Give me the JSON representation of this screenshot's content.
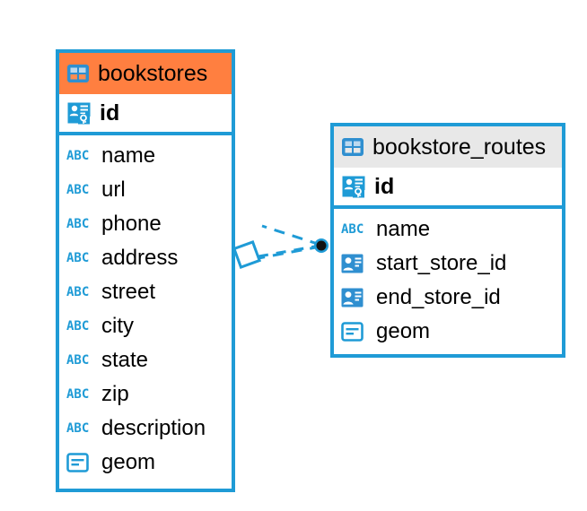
{
  "diagram": {
    "type": "entity-relationship-diagram",
    "background_color": "#ffffff",
    "accent_color": "#1f9bd6",
    "header_highlight_color": "#ff7f40",
    "header_default_color": "#e8e8e8"
  },
  "tables": [
    {
      "name": "bookstores",
      "header_style": "orange",
      "table_icon": "table-icon",
      "primary_key": {
        "label": "id",
        "icon": "primary-key-icon"
      },
      "fields": [
        {
          "label": "name",
          "icon": "abc-icon",
          "type_glyph": "ABC"
        },
        {
          "label": "url",
          "icon": "abc-icon",
          "type_glyph": "ABC"
        },
        {
          "label": "phone",
          "icon": "abc-icon",
          "type_glyph": "ABC"
        },
        {
          "label": "address",
          "icon": "abc-icon",
          "type_glyph": "ABC"
        },
        {
          "label": "street",
          "icon": "abc-icon",
          "type_glyph": "ABC"
        },
        {
          "label": "city",
          "icon": "abc-icon",
          "type_glyph": "ABC"
        },
        {
          "label": "state",
          "icon": "abc-icon",
          "type_glyph": "ABC"
        },
        {
          "label": "zip",
          "icon": "abc-icon",
          "type_glyph": "ABC"
        },
        {
          "label": "description",
          "icon": "abc-icon",
          "type_glyph": "ABC"
        },
        {
          "label": "geom",
          "icon": "geometry-icon",
          "type_glyph": ""
        }
      ]
    },
    {
      "name": "bookstore_routes",
      "header_style": "gray",
      "table_icon": "table-icon",
      "primary_key": {
        "label": "id",
        "icon": "primary-key-icon"
      },
      "fields": [
        {
          "label": "name",
          "icon": "abc-icon",
          "type_glyph": "ABC"
        },
        {
          "label": "start_store_id",
          "icon": "foreign-key-icon",
          "type_glyph": ""
        },
        {
          "label": "end_store_id",
          "icon": "foreign-key-icon",
          "type_glyph": ""
        },
        {
          "label": "geom",
          "icon": "geometry-icon",
          "type_glyph": ""
        }
      ]
    }
  ],
  "relationship": {
    "name": "bookstores-to-bookstore-routes",
    "line_style": "dashed",
    "line_color": "#1f9bd6",
    "source_marker": "diamond-marker",
    "target_marker": "dot-marker"
  }
}
